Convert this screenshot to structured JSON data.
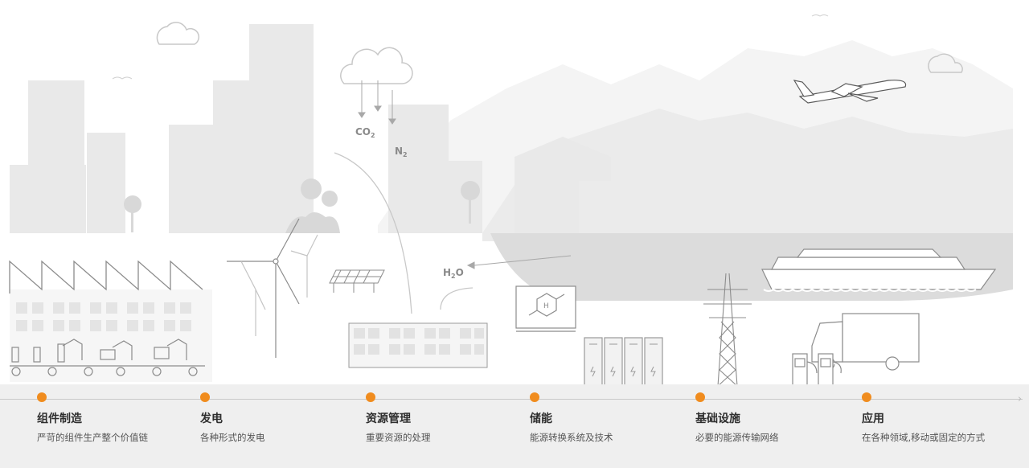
{
  "labels": {
    "co2_main": "CO",
    "co2_sub": "2",
    "n2_main": "N",
    "n2_sub": "2",
    "h2o_h": "H",
    "h2o_sub": "2",
    "h2o_o": "O",
    "molecule": "H"
  },
  "steps": [
    {
      "title": "组件制造",
      "desc": "严苛的组件生产整个价值链"
    },
    {
      "title": "发电",
      "desc": "各种形式的发电"
    },
    {
      "title": "资源管理",
      "desc": "重要资源的处理"
    },
    {
      "title": "储能",
      "desc": "能源转换系统及技术"
    },
    {
      "title": "基础设施",
      "desc": "必要的能源传输网络"
    },
    {
      "title": "应用",
      "desc": "在各种领域,移动或固定的方式"
    }
  ],
  "colors": {
    "accent": "#f08c1e",
    "title": "#2e2e2e",
    "desc": "#555555",
    "band": "#efefef"
  }
}
